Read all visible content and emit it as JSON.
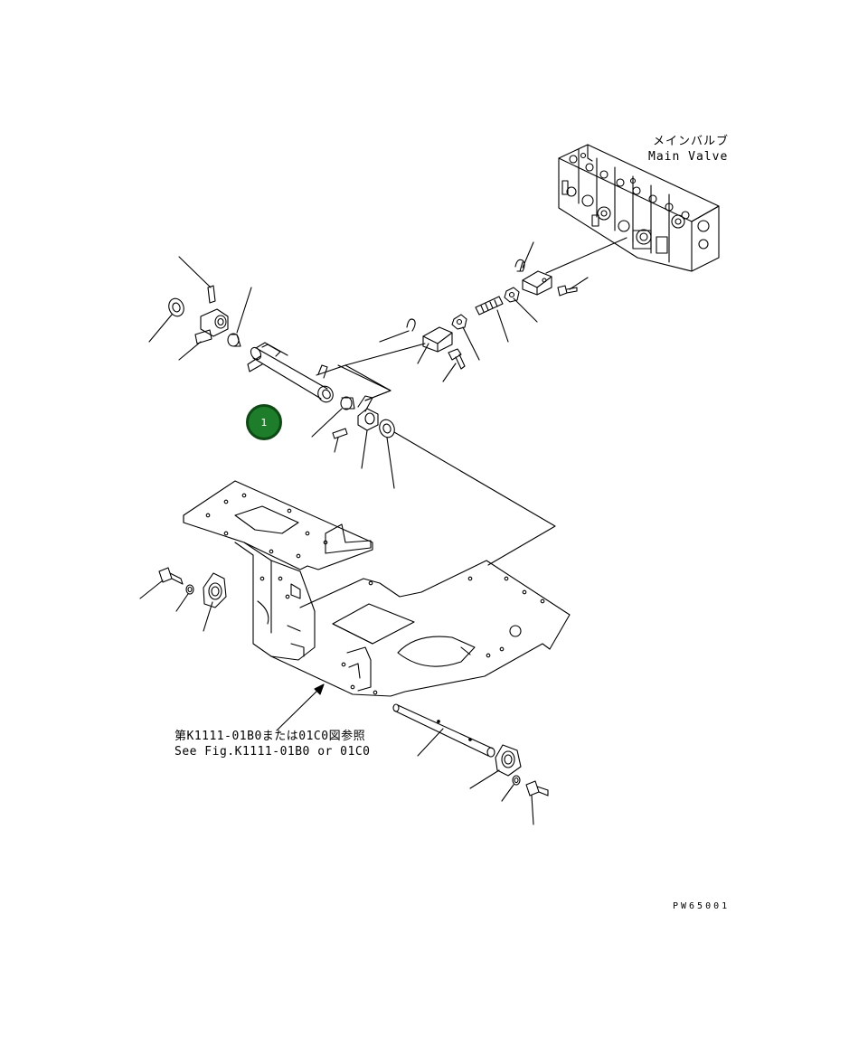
{
  "labels": {
    "main_valve_jp": "メインバルブ",
    "main_valve_en": "Main Valve",
    "reference_jp": "第K1111-01B0または01C0図参照",
    "reference_en": "See Fig.K1111-01B0 or 01C0",
    "drawing_code": "PW65001"
  },
  "callouts": [
    {
      "number": "1",
      "color": "#1e7d2a"
    }
  ],
  "icons": {
    "callout": "numbered-circle-marker"
  }
}
